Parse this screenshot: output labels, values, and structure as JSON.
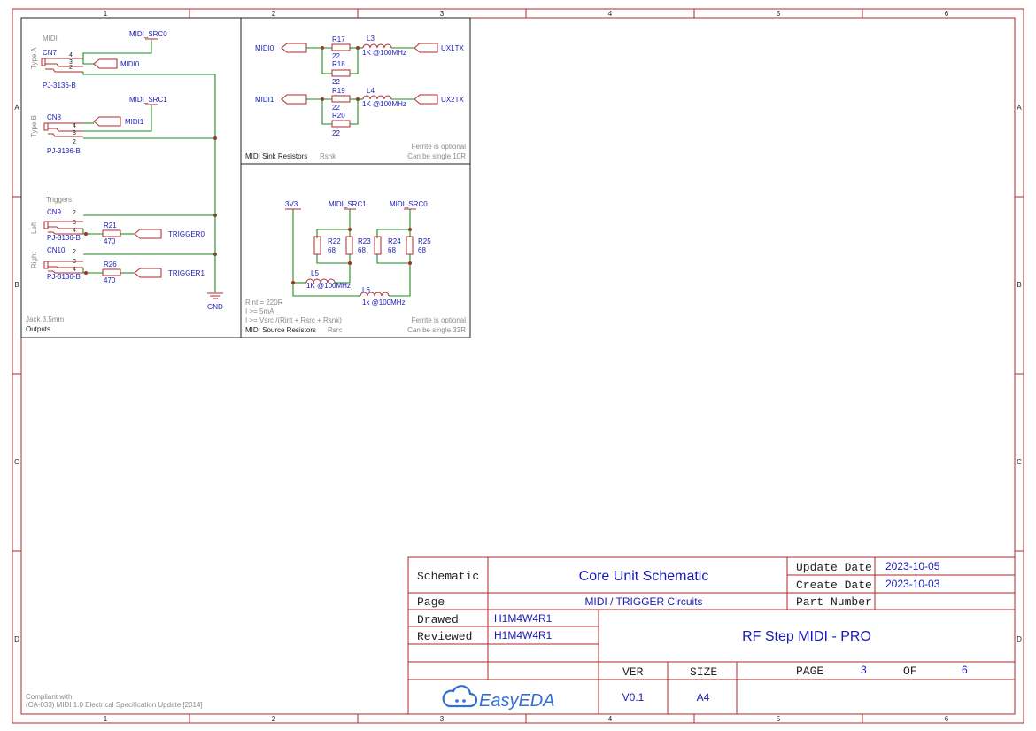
{
  "frame": {
    "columns": [
      "1",
      "2",
      "3",
      "4",
      "5",
      "6"
    ],
    "rows": [
      "A",
      "B",
      "C",
      "D"
    ],
    "compliance_line1": "Compliant with",
    "compliance_line2": "(CA-033) MIDI 1.0 Electrical Specification Update [2014]"
  },
  "outputs_panel": {
    "caption_small": "Jack 3.5mm",
    "caption": "Outputs",
    "midi_group": "MIDI",
    "type_a": "Type A",
    "type_b": "Type B",
    "triggers_group": "Triggers",
    "left": "Left",
    "right": "Right",
    "cn7": "CN7",
    "cn8": "CN8",
    "cn9": "CN9",
    "cn10": "CN10",
    "part": "PJ-3136-B",
    "pin2": "2",
    "pin3": "3",
    "pin4": "4",
    "midi_src0": "MIDI_SRC0",
    "midi_src1": "MIDI_SRC1",
    "midi0": "MIDI0",
    "midi1": "MIDI1",
    "r21": "R21",
    "r26": "R26",
    "r470": "470",
    "trigger0": "TRIGGER0",
    "trigger1": "TRIGGER1",
    "gnd": "GND"
  },
  "sink_panel": {
    "midi0": "MIDI0",
    "midi1": "MIDI1",
    "r17": "R17",
    "r18": "R18",
    "r19": "R19",
    "r20": "R20",
    "r22val": "22",
    "l3": "L3",
    "l4": "L4",
    "ferrite": "1K @100MHz",
    "ux1tx": "UX1TX",
    "ux2tx": "UX2TX",
    "note1": "Ferrite is optional",
    "note2": "Can be single 10R",
    "caption": "MIDI Sink Resistors",
    "caption_sub": "Rsnk"
  },
  "source_panel": {
    "v3v3": "3V3",
    "midi_src1": "MIDI_SRC1",
    "midi_src0": "MIDI_SRC0",
    "r22": "R22",
    "r23": "R23",
    "r24": "R24",
    "r25": "R25",
    "r68": "68",
    "l5": "L5",
    "l6": "L6",
    "ferrite_l5": "1K @100MHz",
    "ferrite_l6": "1k @100MHz",
    "formula1": "Rint = 220R",
    "formula2": "I >= 5mA",
    "formula3": "I >= Vsrc /(Rint + Rsrc + Rsnk)",
    "note1": "Ferrite is optional",
    "note2": "Can be single 33R",
    "caption": "MIDI Source Resistors",
    "caption_sub": "Rsrc"
  },
  "title_block": {
    "schematic_label": "Schematic",
    "title": "Core Unit Schematic",
    "update_date_label": "Update Date",
    "update_date": "2023-10-05",
    "create_date_label": "Create Date",
    "create_date": "2023-10-03",
    "page_label": "Page",
    "page_name": "MIDI / TRIGGER Circuits",
    "part_number_label": "Part Number",
    "part_number": "",
    "drawed_label": "Drawed",
    "drawed": "H1M4W4R1",
    "reviewed_label": "Reviewed",
    "reviewed": "H1M4W4R1",
    "project": "RF Step MIDI - PRO",
    "ver_label": "VER",
    "ver": "V0.1",
    "size_label": "SIZE",
    "size": "A4",
    "page_no_label": "PAGE",
    "page_no": "3",
    "of_label": "OF",
    "total": "6",
    "brand": "EasyEDA"
  }
}
